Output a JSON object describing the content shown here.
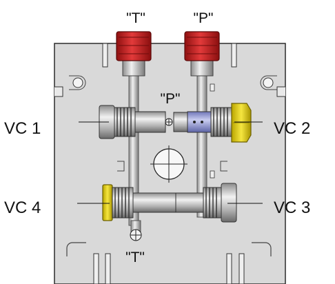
{
  "labels": {
    "port_t_top": "\"T\"",
    "port_p_top": "\"P\"",
    "port_p_center": "\"P\"",
    "port_t_bottom": "\"T\"",
    "vc1": "VC 1",
    "vc2": "VC 2",
    "vc3": "VC 3",
    "vc4": "VC 4"
  },
  "colors": {
    "background": "#ffffff",
    "block_fill": "#d9d9d9",
    "block_stroke": "#2a2a2a",
    "port_plug_red": "#c81e1e",
    "cap_yellow": "#e8d200",
    "steel": "#bfbfbf",
    "steel_dark": "#6e6e6e",
    "poppet_blue": "#9aa0d6"
  }
}
